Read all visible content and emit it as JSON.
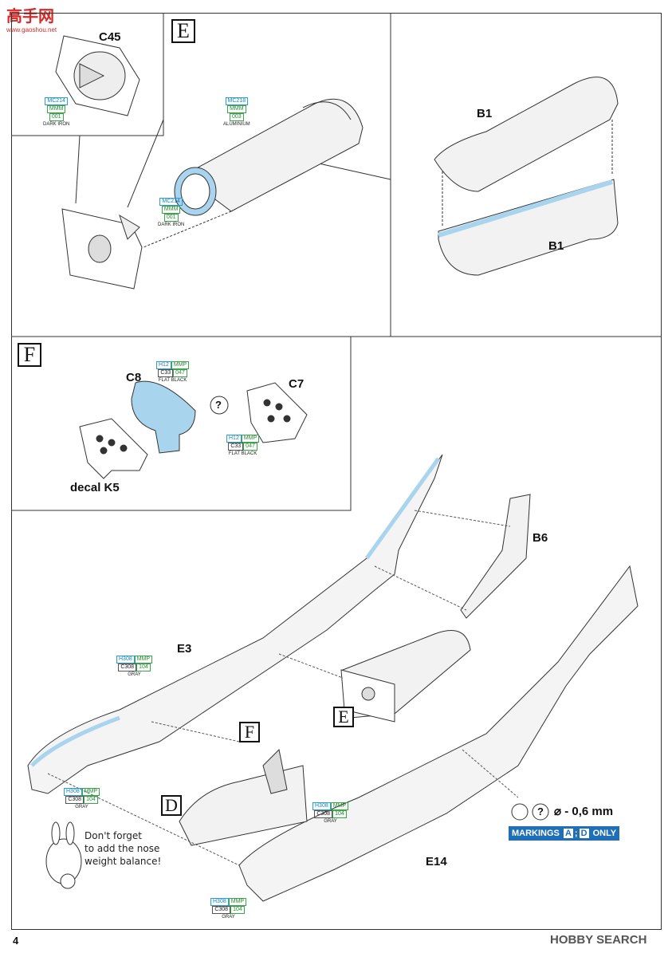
{
  "watermark_top": {
    "line1": "高手网",
    "line2": "www.gaoshou.net"
  },
  "page_number": "4",
  "footer_brand": "HOBBY SEARCH",
  "steps": {
    "E": "E",
    "F": "F",
    "E_small": "E",
    "F_small": "F",
    "D_small": "D"
  },
  "parts": {
    "C45": "C45",
    "B1_top": "B1",
    "B1_bottom": "B1",
    "C8": "C8",
    "C7": "C7",
    "decal": "decal K5",
    "B6": "B6",
    "E3": "E3",
    "E14": "E14"
  },
  "paints": {
    "dark_iron_1": {
      "a": "MC214",
      "b": "MMM",
      "c": "001",
      "name": "DARK IRON"
    },
    "aluminium": {
      "a": "MC218",
      "b": "MMM",
      "c": "003",
      "name": "ALUMINIUM"
    },
    "dark_iron_2": {
      "a": "MC214",
      "b": "MMM",
      "c": "001",
      "name": "DARK IRON"
    },
    "flat_black_1": {
      "a": "H12",
      "b": "MMP",
      "c": "C33",
      "d": "047",
      "name": "FLAT BLACK"
    },
    "flat_black_2": {
      "a": "H12",
      "b": "MMP",
      "c": "C33",
      "d": "047",
      "name": "FLAT BLACK"
    },
    "gray_1": {
      "a": "H308",
      "b": "MMP",
      "c": "C308",
      "d": "104",
      "name": "GRAY"
    },
    "gray_2": {
      "a": "H308",
      "b": "MMP",
      "c": "C308",
      "d": "104",
      "name": "GRAY"
    },
    "gray_3": {
      "a": "H308",
      "b": "MMP",
      "c": "C308",
      "d": "104",
      "name": "GRAY"
    },
    "gray_4": {
      "a": "H308",
      "b": "MMP",
      "c": "C308",
      "d": "104",
      "name": "GRAY"
    }
  },
  "question_mark": "?",
  "drill": "⌀ - 0,6 mm",
  "markings": {
    "prefix": "MARKINGS",
    "a": "A",
    "sep": ";",
    "d": "D",
    "suffix": "ONLY"
  },
  "note": {
    "line1": "Don't forget",
    "line2": "to add the nose",
    "line3": "weight balance!"
  },
  "colors": {
    "blue": "#a9d4ee",
    "code_blue": "#2a9fd6",
    "code_green": "#3aa64a",
    "marking_bg": "#1f6fb8"
  }
}
